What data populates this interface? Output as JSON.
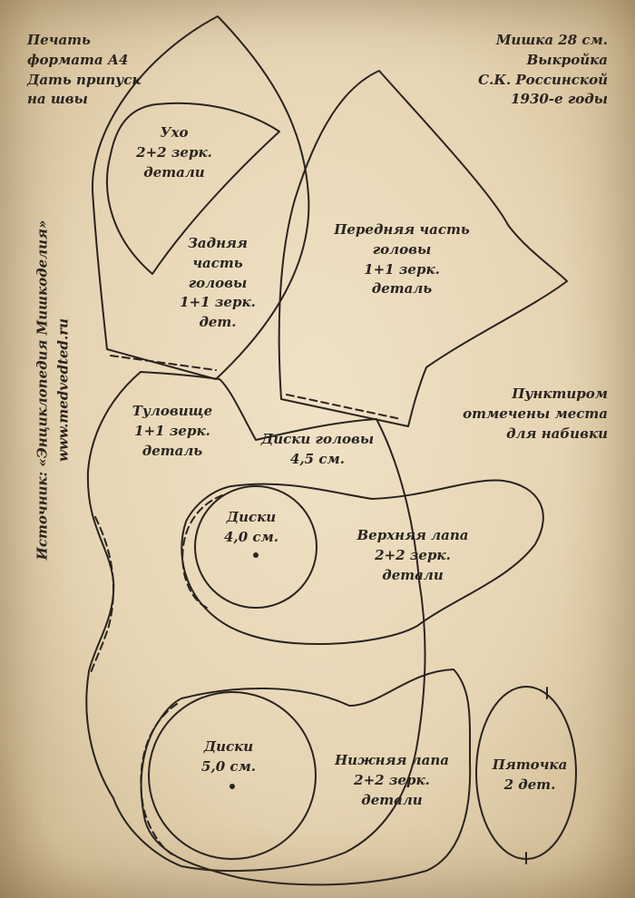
{
  "notes": {
    "print": "Печать\nформата А4\nДать припуск\nна швы",
    "title": "Мишка 28 см.\nВыкройка\nС.К. Россинской\n1930-е годы",
    "stuffing": "Пунктиром\nотмечены места\nдля набивки"
  },
  "source": {
    "line1": "Источник: «Энциклопедия Мишкоделия»",
    "line2": "www.medvedted.ru"
  },
  "labels": {
    "ear": "Ухо\n2+2 зерк.\nдетали",
    "back_head": "Задняя\nчасть\nголовы\n1+1 зерк.\nдет.",
    "front_head": "Передняя часть\nголовы\n1+1 зерк.\nдеталь",
    "body": "Туловище\n1+1 зерк.\nдеталь",
    "head_discs": "Диски головы\n4,5 см.",
    "arm_discs": "Диски\n4,0 см.",
    "upper_paw": "Верхняя лапа\n2+2 зерк.\nдетали",
    "leg_discs": "Диски\n5,0 см.",
    "lower_paw": "Нижняя лапа\n2+2 зерк.\nдетали",
    "heel": "Пяточка\n2 дет."
  }
}
